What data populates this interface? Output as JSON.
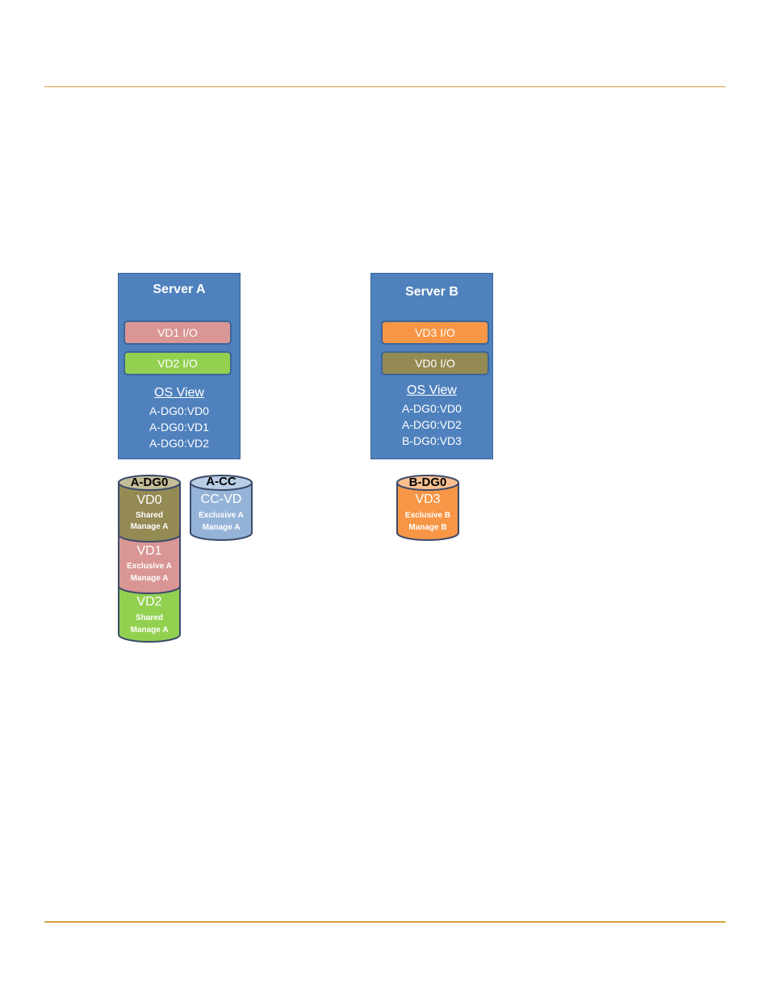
{
  "colors": {
    "rule": "#d7a13c",
    "server_bg": "#4f81bd",
    "border": "#3c6598",
    "vd0": "#948a54",
    "vd1": "#d99694",
    "vd2": "#92d050",
    "vd3": "#f79646",
    "ccvd": "#95b3d7"
  },
  "server_a": {
    "title": "Server A",
    "io": [
      "VD1 I/O",
      "VD2 I/O"
    ],
    "os_view_title": "OS View",
    "os_view": [
      "A-DG0:VD0",
      "A-DG0:VD1",
      "A-DG0:VD2"
    ]
  },
  "server_b": {
    "title": "Server B",
    "io": [
      "VD3 I/O",
      "VD0 I/O"
    ],
    "os_view_title": "OS View",
    "os_view": [
      "A-DG0:VD0",
      "A-DG0:VD2",
      "B-DG0:VD3"
    ]
  },
  "a_dg0": {
    "label": "A-DG0",
    "vds": [
      {
        "name": "VD0",
        "line1": "Shared",
        "line2": "Manage A"
      },
      {
        "name": "VD1",
        "line1": "Exclusive A",
        "line2": "Manage A"
      },
      {
        "name": "VD2",
        "line1": "Shared",
        "line2": "Manage A"
      }
    ]
  },
  "a_cc": {
    "label": "A-CC",
    "vd": {
      "name": "CC-VD",
      "line1": "Exclusive A",
      "line2": "Manage A"
    }
  },
  "b_dg0": {
    "label": "B-DG0",
    "vd": {
      "name": "VD3",
      "line1": "Exclusive B",
      "line2": "Manage B"
    }
  }
}
